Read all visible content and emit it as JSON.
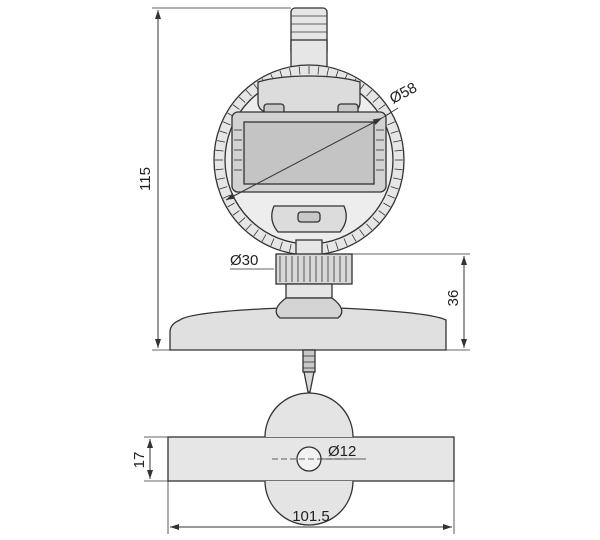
{
  "dimensions": {
    "overall_height": "115",
    "dial_diameter": "Ø58",
    "knurl_diameter": "Ø30",
    "stem_height": "36",
    "base_thickness": "17",
    "probe_diameter": "Ø12",
    "base_length": "101.5"
  }
}
